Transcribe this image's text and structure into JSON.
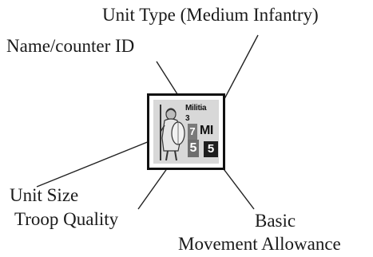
{
  "labels": {
    "unit_type": "Unit Type (Medium Infantry)",
    "name_counter_id": "Name/counter ID",
    "unit_size": "Unit Size",
    "troop_quality": "Troop Quality",
    "basic": "Basic",
    "movement_allowance": "Movement Allowance"
  },
  "counter": {
    "name": "Militia",
    "id": "3",
    "unit_type": "MI",
    "unit_size": "7",
    "troop_quality": "5",
    "movement_allowance": "5",
    "colors": {
      "border": "#111111",
      "background": "#d8d8d8",
      "movement_box": "#1e1e1e"
    },
    "icon": "infantry-soldier-icon"
  }
}
